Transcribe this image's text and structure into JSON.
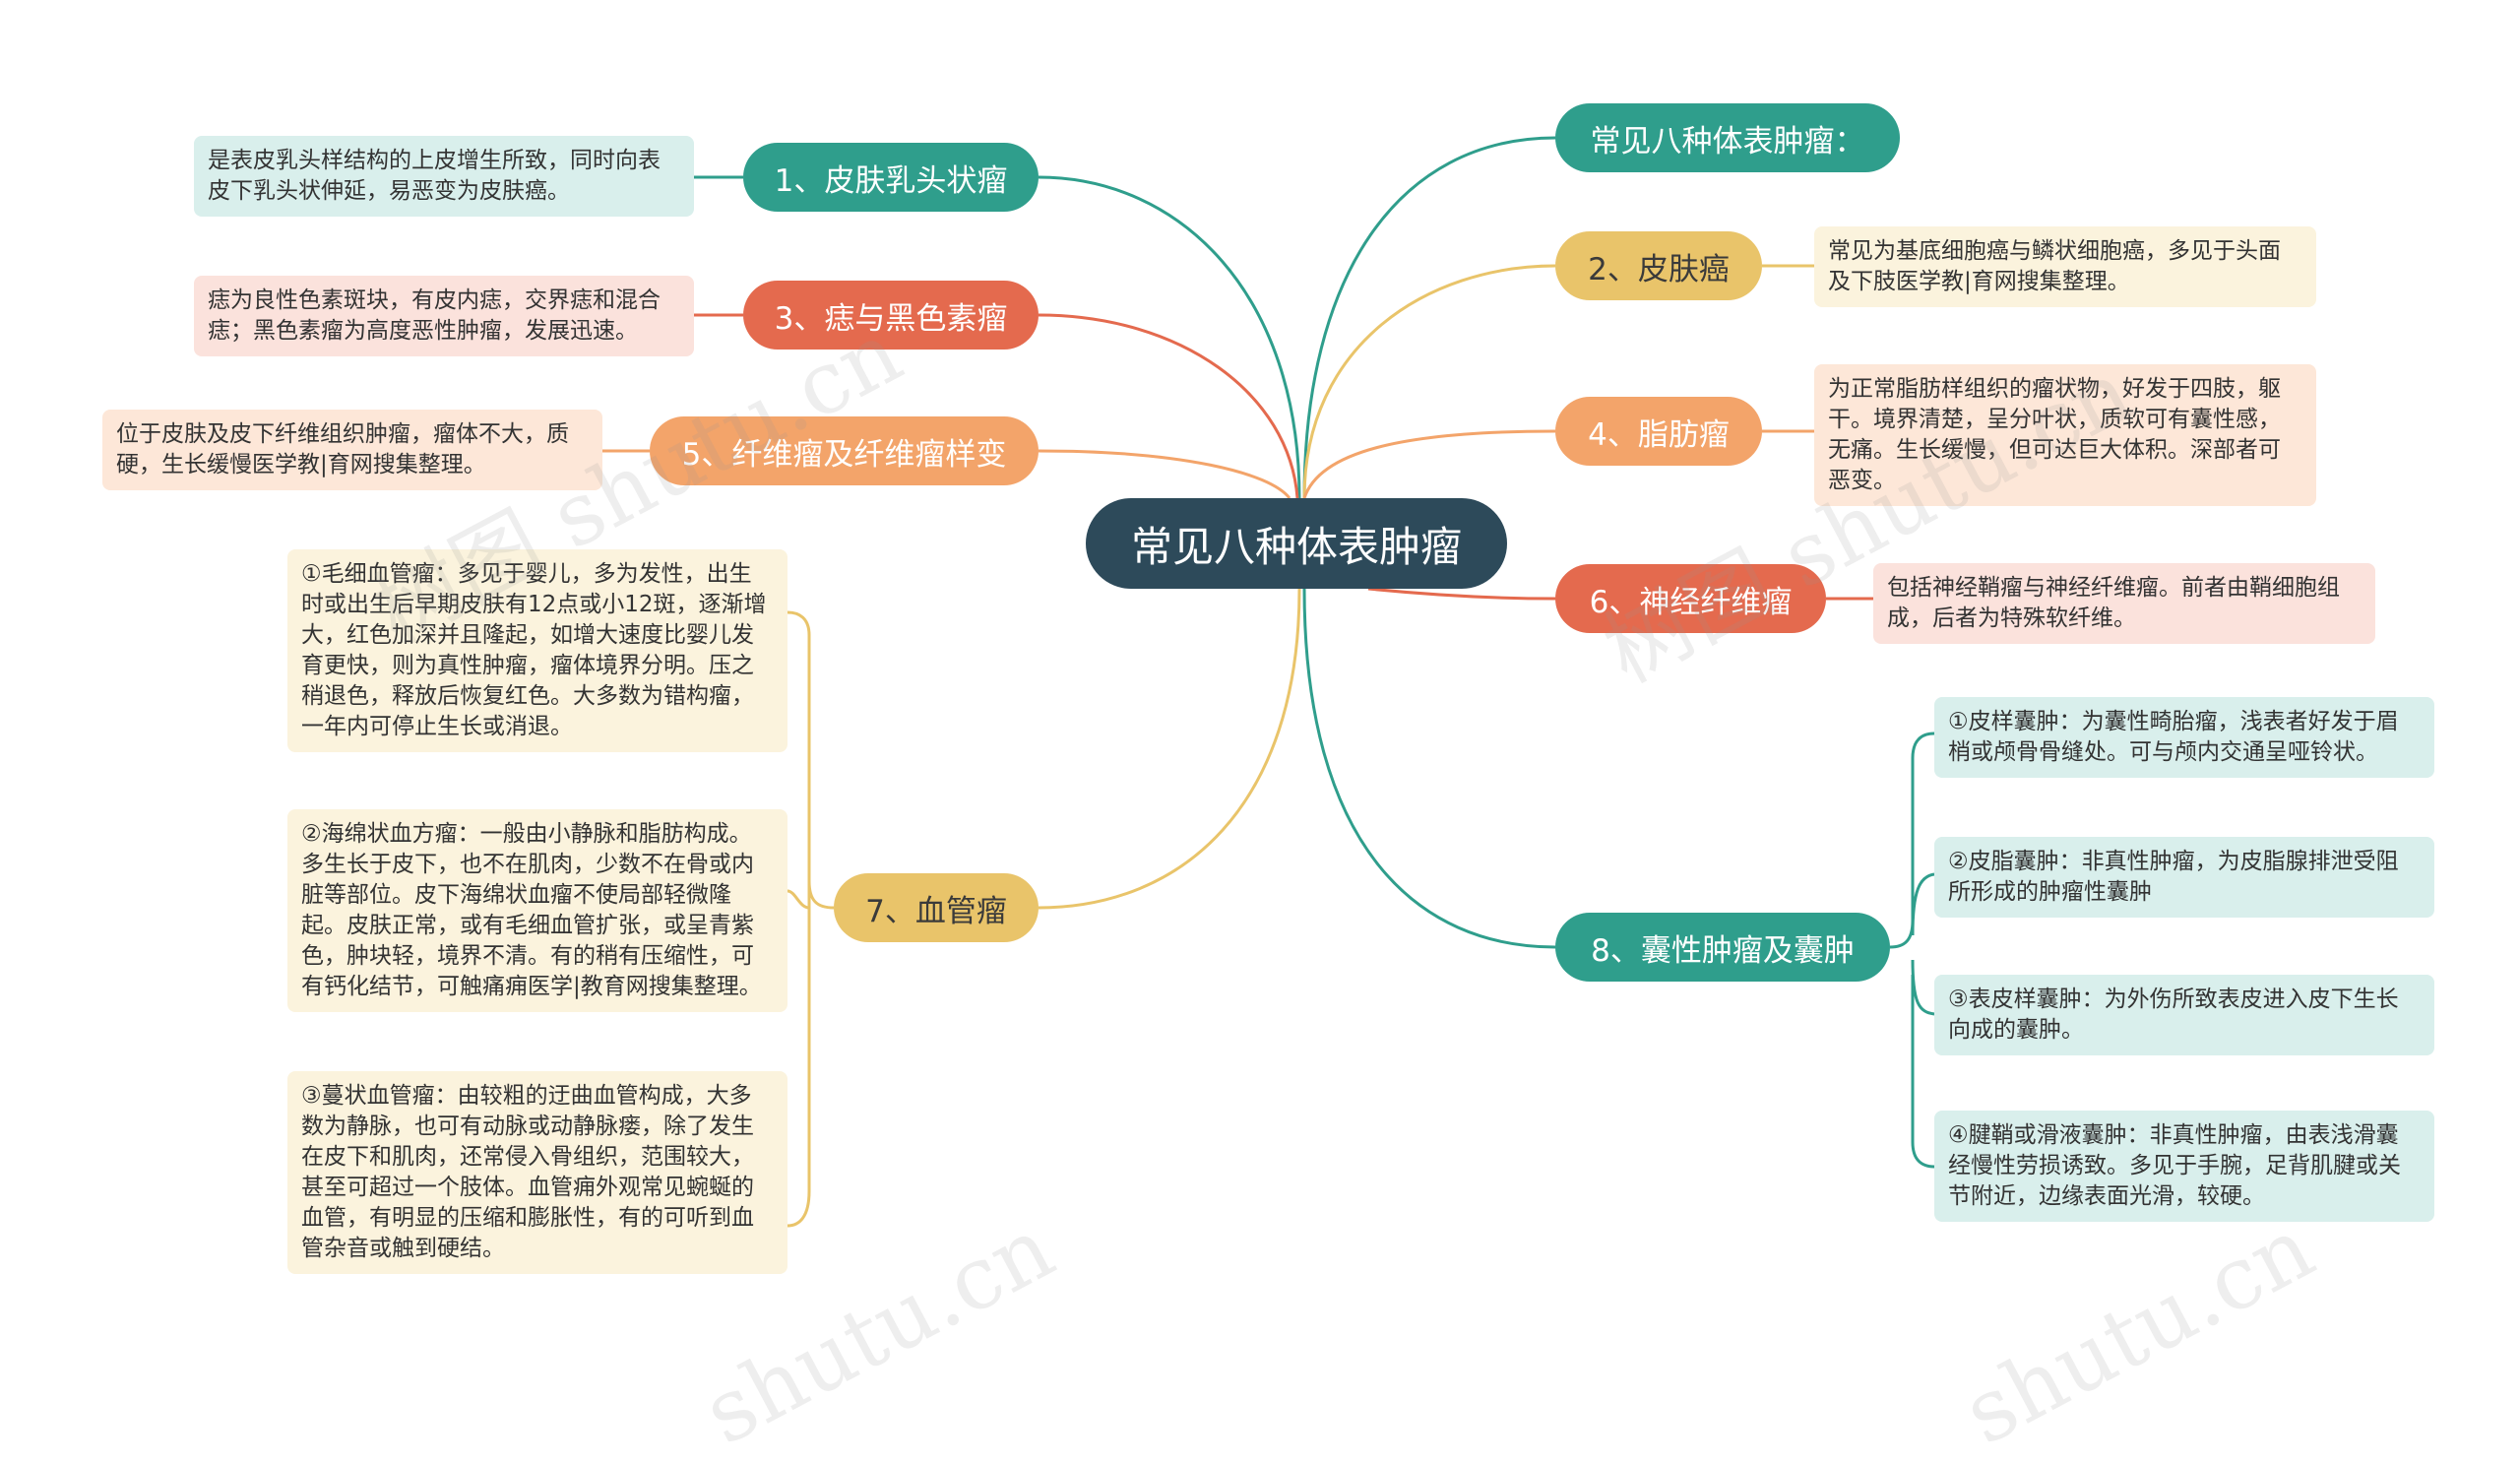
{
  "root": {
    "label": "常见八种体表肿瘤"
  },
  "colors": {
    "root": "#2d4a5a",
    "green": "#2f9e8c",
    "red": "#e46a4e",
    "orange": "#f3a46a",
    "yellow": "#e9c46a"
  },
  "topics": {
    "intro": {
      "label": "常见八种体表肿瘤："
    },
    "t1": {
      "label": "1、皮肤乳头状瘤",
      "note": "是表皮乳头样结构的上皮增生所致，同时向表皮下乳头状伸延，易恶变为皮肤癌。"
    },
    "t2": {
      "label": "2、皮肤癌",
      "note": "常见为基底细胞癌与鳞状细胞癌，多见于头面及下肢医学教|育网搜集整理。"
    },
    "t3": {
      "label": "3、痣与黑色素瘤",
      "note": "痣为良性色素斑块，有皮内痣，交界痣和混合痣；黑色素瘤为高度恶性肿瘤，发展迅速。"
    },
    "t4": {
      "label": "4、脂肪瘤",
      "note": "为正常脂肪样组织的瘤状物，好发于四肢，躯干。境界清楚，呈分叶状，质软可有囊性感，无痛。生长缓慢，但可达巨大体积。深部者可恶变。"
    },
    "t5": {
      "label": "5、纤维瘤及纤维瘤样变",
      "note": "位于皮肤及皮下纤维组织肿瘤，瘤体不大，质硬，生长缓慢医学教|育网搜集整理。"
    },
    "t6": {
      "label": "6、神经纤维瘤",
      "note": "包括神经鞘瘤与神经纤维瘤。前者由鞘细胞组成，后者为特殊软纤维。"
    },
    "t7": {
      "label": "7、血管瘤",
      "notes": [
        "①毛细血管瘤：多见于婴儿，多为发性，出生时或出生后早期皮肤有12点或小12斑，逐渐增大，红色加深并且隆起，如增大速度比婴儿发育更快，则为真性肿瘤，瘤体境界分明。压之稍退色，释放后恢复红色。大多数为错构瘤，一年内可停止生长或消退。",
        "②海绵状血方瘤：一般由小静脉和脂肪构成。多生长于皮下，也不在肌肉，少数不在骨或内脏等部位。皮下海绵状血瘤不使局部轻微隆起。皮肤正常，或有毛细血管扩张，或呈青紫色，肿块轻，境界不清。有的稍有压缩性，可有钙化结节，可触痛痈医学|教育网搜集整理。",
        "③蔓状血管瘤：由较粗的迂曲血管构成，大多数为静脉，也可有动脉或动静脉瘘，除了发生在皮下和肌肉，还常侵入骨组织，范围较大，甚至可超过一个肢体。血管痈外观常见蜿蜒的血管，有明显的压缩和膨胀性，有的可听到血管杂音或触到硬结。"
      ]
    },
    "t8": {
      "label": "8、囊性肿瘤及囊肿",
      "notes": [
        "①皮样囊肿：为囊性畸胎瘤，浅表者好发于眉梢或颅骨骨缝处。可与颅内交通呈哑铃状。",
        "②皮脂囊肿：非真性肿瘤，为皮脂腺排泄受阻所形成的肿瘤性囊肿",
        "③表皮样囊肿：为外伤所致表皮进入皮下生长向成的囊肿。",
        "④腱鞘或滑液囊肿：非真性肿瘤，由表浅滑囊经慢性劳损诱致。多见于手腕，足背肌腱或关节附近，边缘表面光滑，较硬。"
      ]
    }
  }
}
